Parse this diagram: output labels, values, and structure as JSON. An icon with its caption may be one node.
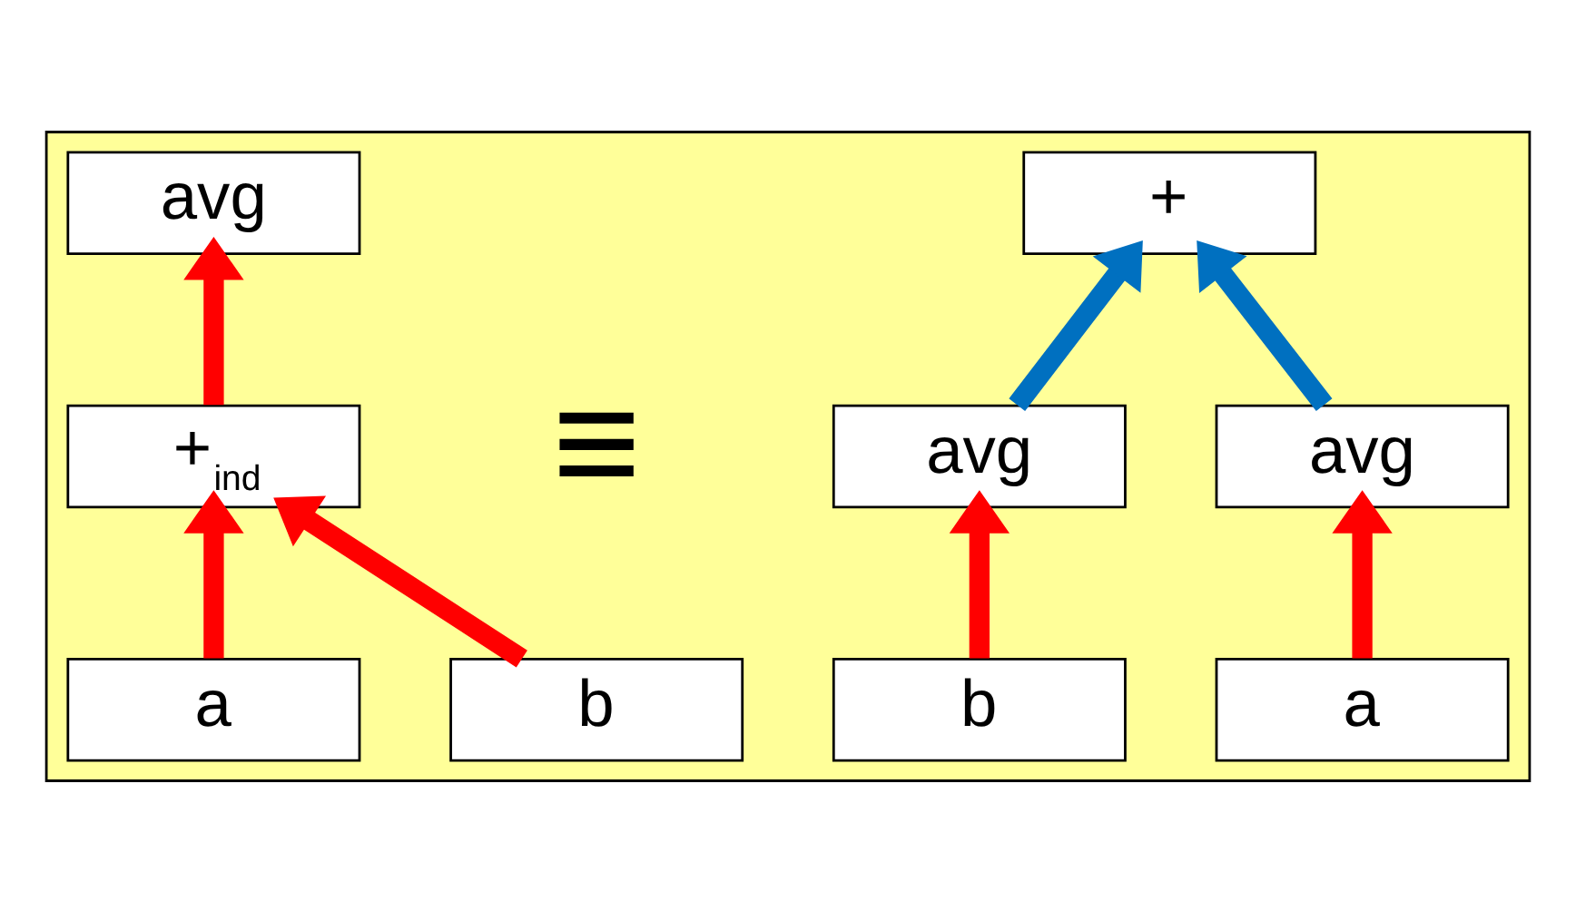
{
  "diagram": {
    "nodes": [
      {
        "text": [],
        "shape": "chevron"
      },
      {
        "text": [
          "avg"
        ],
        "in": 0
      },
      {
        "text": [
          "+"
        ],
        "in": 0
      },
      {
        "text": [
          "+$_{ind}$"
        ],
        "in": 0
      },
      {
        "text": [
          "avg"
        ],
        "in": 0
      },
      {
        "text": [
          "avg"
        ],
        "in": 0
      },
      {
        "text": [
          "a"
        ],
        "in": 0
      },
      {
        "text": [
          "b"
        ],
        "in": 0
      },
      {
        "text": [
          "a"
        ],
        "in": 0
      },
      {
        "text": [
          "b"
        ],
        "in": 0
      }
    ],
    "edges": [
      {
        "from": 6,
        "to": 3,
        "arrow": "to"
      },
      {
        "from": 7,
        "to": 3,
        "arrow": "to"
      },
      {
        "from": 3,
        "to": 1,
        "arrow": "to"
      },
      {
        "from": 8,
        "to": 4,
        "arrow": "to"
      },
      {
        "from": 9,
        "to": 5,
        "arrow": "to"
      },
      {
        "from": 4,
        "to": 2,
        "arrow": "to",
        "color": "#0070c0"
      },
      {
        "from": 5,
        "to": 2,
        "arrow": "to",
        "color": "#0070c0"
      }
    ],
    "labels": [
      "≡"
    ]
  }
}
